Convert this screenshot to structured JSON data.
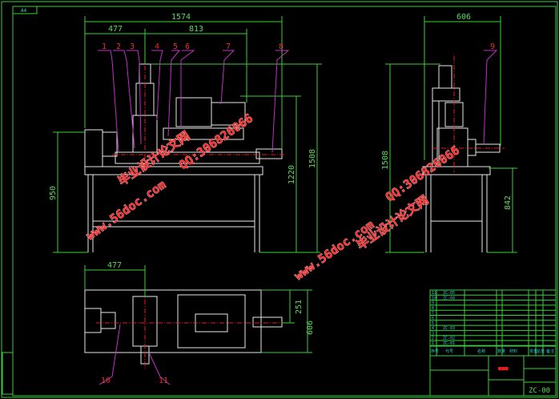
{
  "sheet": {
    "size_label": "A4",
    "drawing_number": "ZC-00"
  },
  "front_view": {
    "dimensions": {
      "overall_width": "1574",
      "left_offset": "477",
      "mid_span": "813",
      "table_height": "950",
      "spindle_height": "1220",
      "overall_height": "1508"
    },
    "part_labels": [
      "1",
      "2",
      "3",
      "4",
      "5",
      "6",
      "7",
      "8"
    ]
  },
  "side_view": {
    "dimensions": {
      "overall_width": "606",
      "overall_height": "1508",
      "table_height": "842"
    },
    "part_labels": [
      "9"
    ]
  },
  "top_view": {
    "dimensions": {
      "left_offset": "477",
      "half_depth": "251",
      "depth": "606"
    },
    "part_labels": [
      "10",
      "11"
    ]
  },
  "title_block": {
    "part_codes": [
      "ZC-05",
      "ZC-04",
      "",
      "",
      "",
      "",
      "",
      "ZC-03",
      "",
      "ZC-02",
      "ZC-01"
    ],
    "row_numbers": [
      "11",
      "10",
      "9",
      "8",
      "7",
      "6",
      "5",
      "4",
      "3",
      "2",
      "1"
    ],
    "header": [
      "序号",
      "代号",
      "名称",
      "数量",
      "材料",
      "单重",
      "总重",
      "备注"
    ]
  },
  "watermarks": [
    "毕业设计论文网",
    "www.56doc.com",
    "QQ:306826066"
  ]
}
